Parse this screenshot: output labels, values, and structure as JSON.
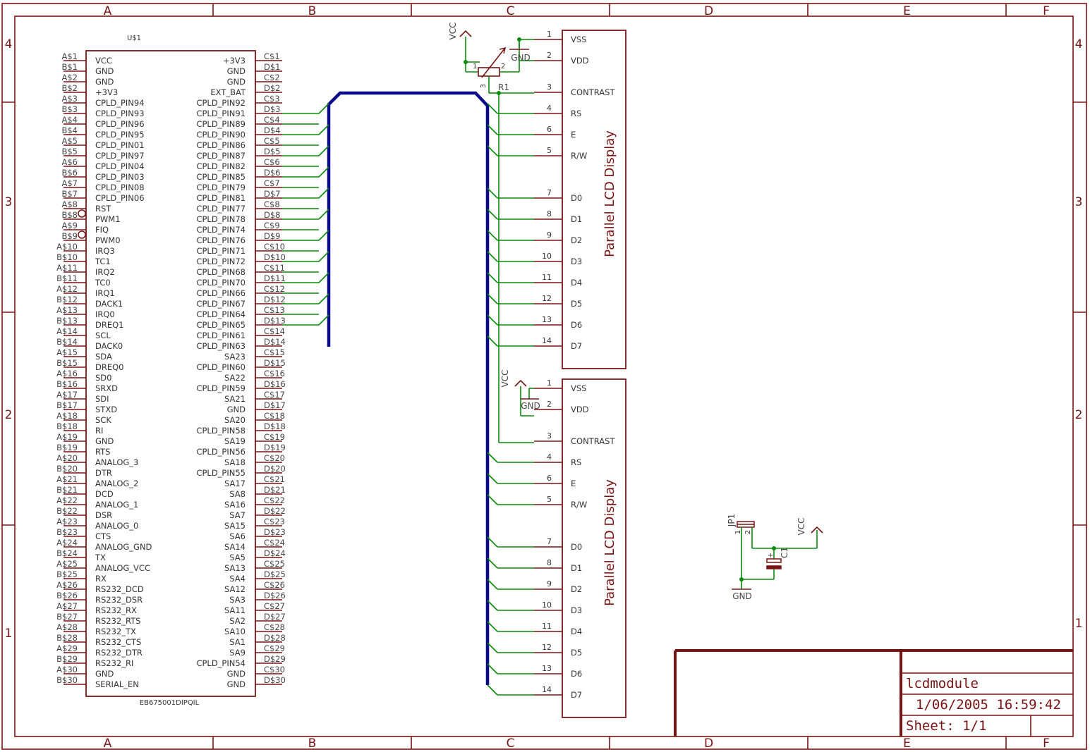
{
  "frame": {
    "columns": [
      "A",
      "B",
      "C",
      "D",
      "E",
      "F"
    ],
    "rows": [
      "4",
      "3",
      "2",
      "1"
    ]
  },
  "u1": {
    "name": "U$1",
    "value": "EB675001DIPQIL",
    "left": [
      {
        "pad": "A$1",
        "name": "VCC"
      },
      {
        "pad": "B$1",
        "name": "GND"
      },
      {
        "pad": "A$2",
        "name": "GND"
      },
      {
        "pad": "B$2",
        "name": "+3V3"
      },
      {
        "pad": "A$3",
        "name": "CPLD_PIN94"
      },
      {
        "pad": "B$3",
        "name": "CPLD_PIN93"
      },
      {
        "pad": "A$4",
        "name": "CPLD_PIN96"
      },
      {
        "pad": "B$4",
        "name": "CPLD_PIN95"
      },
      {
        "pad": "A$5",
        "name": "CPLD_PIN01"
      },
      {
        "pad": "B$5",
        "name": "CPLD_PIN97"
      },
      {
        "pad": "A$6",
        "name": "CPLD_PIN04"
      },
      {
        "pad": "B$6",
        "name": "CPLD_PIN03"
      },
      {
        "pad": "A$7",
        "name": "CPLD_PIN08"
      },
      {
        "pad": "B$7",
        "name": "CPLD_PIN06"
      },
      {
        "pad": "A$8",
        "name": "RST"
      },
      {
        "pad": "B$8",
        "name": "PWM1"
      },
      {
        "pad": "A$9",
        "name": "FIQ"
      },
      {
        "pad": "B$9",
        "name": "PWM0"
      },
      {
        "pad": "A$10",
        "name": "IRQ3"
      },
      {
        "pad": "B$10",
        "name": "TC1"
      },
      {
        "pad": "A$11",
        "name": "IRQ2"
      },
      {
        "pad": "B$11",
        "name": "TC0"
      },
      {
        "pad": "A$12",
        "name": "IRQ1"
      },
      {
        "pad": "B$12",
        "name": "DACK1"
      },
      {
        "pad": "A$13",
        "name": "IRQ0"
      },
      {
        "pad": "B$13",
        "name": "DREQ1"
      },
      {
        "pad": "A$14",
        "name": "SCL"
      },
      {
        "pad": "B$14",
        "name": "DACK0"
      },
      {
        "pad": "A$15",
        "name": "SDA"
      },
      {
        "pad": "B$15",
        "name": "DREQ0"
      },
      {
        "pad": "A$16",
        "name": "SD0"
      },
      {
        "pad": "B$16",
        "name": "SRXD"
      },
      {
        "pad": "A$17",
        "name": "SDI"
      },
      {
        "pad": "B$17",
        "name": "STXD"
      },
      {
        "pad": "A$18",
        "name": "SCK"
      },
      {
        "pad": "B$18",
        "name": "RI"
      },
      {
        "pad": "A$19",
        "name": "GND"
      },
      {
        "pad": "B$19",
        "name": "RTS"
      },
      {
        "pad": "A$20",
        "name": "ANALOG_3"
      },
      {
        "pad": "B$20",
        "name": "DTR"
      },
      {
        "pad": "A$21",
        "name": "ANALOG_2"
      },
      {
        "pad": "B$21",
        "name": "DCD"
      },
      {
        "pad": "A$22",
        "name": "ANALOG_1"
      },
      {
        "pad": "B$22",
        "name": "DSR"
      },
      {
        "pad": "A$23",
        "name": "ANALOG_0"
      },
      {
        "pad": "B$23",
        "name": "CTS"
      },
      {
        "pad": "A$24",
        "name": "ANALOG_GND"
      },
      {
        "pad": "B$24",
        "name": "TX"
      },
      {
        "pad": "A$25",
        "name": "ANALOG_VCC"
      },
      {
        "pad": "B$25",
        "name": "RX"
      },
      {
        "pad": "A$26",
        "name": "RS232_DCD"
      },
      {
        "pad": "B$26",
        "name": "RS232_DSR"
      },
      {
        "pad": "A$27",
        "name": "RS232_RX"
      },
      {
        "pad": "B$27",
        "name": "RS232_RTS"
      },
      {
        "pad": "A$28",
        "name": "RS232_TX"
      },
      {
        "pad": "B$28",
        "name": "RS232_CTS"
      },
      {
        "pad": "A$29",
        "name": "RS232_DTR"
      },
      {
        "pad": "B$29",
        "name": "RS232_RI"
      },
      {
        "pad": "A$30",
        "name": "GND"
      },
      {
        "pad": "B$30",
        "name": "SERIAL_EN"
      }
    ],
    "right": [
      {
        "pad": "C$1",
        "name": "+3V3"
      },
      {
        "pad": "D$1",
        "name": "GND"
      },
      {
        "pad": "C$2",
        "name": "GND"
      },
      {
        "pad": "D$2",
        "name": "EXT_BAT"
      },
      {
        "pad": "C$3",
        "name": "CPLD_PIN92"
      },
      {
        "pad": "D$3",
        "name": "CPLD_PIN91"
      },
      {
        "pad": "C$4",
        "name": "CPLD_PIN89"
      },
      {
        "pad": "D$4",
        "name": "CPLD_PIN90"
      },
      {
        "pad": "C$5",
        "name": "CPLD_PIN86"
      },
      {
        "pad": "D$5",
        "name": "CPLD_PIN87"
      },
      {
        "pad": "C$6",
        "name": "CPLD_PIN82"
      },
      {
        "pad": "D$6",
        "name": "CPLD_PIN85"
      },
      {
        "pad": "C$7",
        "name": "CPLD_PIN79"
      },
      {
        "pad": "D$7",
        "name": "CPLD_PIN81"
      },
      {
        "pad": "C$8",
        "name": "CPLD_PIN77"
      },
      {
        "pad": "D$8",
        "name": "CPLD_PIN78"
      },
      {
        "pad": "C$9",
        "name": "CPLD_PIN74"
      },
      {
        "pad": "D$9",
        "name": "CPLD_PIN76"
      },
      {
        "pad": "C$10",
        "name": "CPLD_PIN71"
      },
      {
        "pad": "D$10",
        "name": "CPLD_PIN72"
      },
      {
        "pad": "C$11",
        "name": "CPLD_PIN68"
      },
      {
        "pad": "D$11",
        "name": "CPLD_PIN70"
      },
      {
        "pad": "C$12",
        "name": "CPLD_PIN66"
      },
      {
        "pad": "D$12",
        "name": "CPLD_PIN67"
      },
      {
        "pad": "C$13",
        "name": "CPLD_PIN64"
      },
      {
        "pad": "D$13",
        "name": "CPLD_PIN65"
      },
      {
        "pad": "C$14",
        "name": "CPLD_PIN61"
      },
      {
        "pad": "D$14",
        "name": "CPLD_PIN63"
      },
      {
        "pad": "C$15",
        "name": "SA23"
      },
      {
        "pad": "D$15",
        "name": "CPLD_PIN60"
      },
      {
        "pad": "C$16",
        "name": "SA22"
      },
      {
        "pad": "D$16",
        "name": "CPLD_PIN59"
      },
      {
        "pad": "C$17",
        "name": "SA21"
      },
      {
        "pad": "D$17",
        "name": "GND"
      },
      {
        "pad": "C$18",
        "name": "SA20"
      },
      {
        "pad": "D$18",
        "name": "CPLD_PIN58"
      },
      {
        "pad": "C$19",
        "name": "SA19"
      },
      {
        "pad": "D$19",
        "name": "CPLD_PIN56"
      },
      {
        "pad": "C$20",
        "name": "SA18"
      },
      {
        "pad": "D$20",
        "name": "CPLD_PIN55"
      },
      {
        "pad": "C$21",
        "name": "SA17"
      },
      {
        "pad": "D$21",
        "name": "SA8"
      },
      {
        "pad": "C$22",
        "name": "SA16"
      },
      {
        "pad": "D$22",
        "name": "SA7"
      },
      {
        "pad": "C$23",
        "name": "SA15"
      },
      {
        "pad": "D$23",
        "name": "SA6"
      },
      {
        "pad": "C$24",
        "name": "SA14"
      },
      {
        "pad": "D$24",
        "name": "SA5"
      },
      {
        "pad": "C$25",
        "name": "SA13"
      },
      {
        "pad": "D$25",
        "name": "SA4"
      },
      {
        "pad": "C$26",
        "name": "SA12"
      },
      {
        "pad": "D$26",
        "name": "SA3"
      },
      {
        "pad": "C$27",
        "name": "SA11"
      },
      {
        "pad": "D$27",
        "name": "SA2"
      },
      {
        "pad": "C$28",
        "name": "SA10"
      },
      {
        "pad": "D$28",
        "name": "SA1"
      },
      {
        "pad": "C$29",
        "name": "SA9"
      },
      {
        "pad": "D$29",
        "name": "CPLD_PIN54"
      },
      {
        "pad": "C$30",
        "name": "GND"
      },
      {
        "pad": "D$30",
        "name": "GND"
      }
    ]
  },
  "lcd": {
    "label": "Parallel LCD Display",
    "pins": [
      {
        "num": "1",
        "name": "VSS"
      },
      {
        "num": "2",
        "name": "VDD"
      },
      {
        "num": "3",
        "name": "CONTRAST"
      },
      {
        "num": "4",
        "name": "RS"
      },
      {
        "num": "6",
        "name": "E"
      },
      {
        "num": "5",
        "name": "R/W"
      },
      {
        "num": "7",
        "name": "D0"
      },
      {
        "num": "8",
        "name": "D1"
      },
      {
        "num": "9",
        "name": "D2"
      },
      {
        "num": "10",
        "name": "D3"
      },
      {
        "num": "11",
        "name": "D4"
      },
      {
        "num": "12",
        "name": "D5"
      },
      {
        "num": "13",
        "name": "D6"
      },
      {
        "num": "14",
        "name": "D7"
      }
    ]
  },
  "symbols": {
    "vcc": "VCC",
    "gnd": "GND",
    "r1": "R1",
    "r1_pins": [
      "1",
      "2",
      "3"
    ],
    "jp1": "JP1",
    "jp1_pins": [
      "1",
      "2"
    ],
    "c1": "C1",
    "c1_plus": "+"
  },
  "title_block": {
    "name": "lcdmodule",
    "date": "1/06/2005 16:59:42",
    "sheet": "Sheet: 1/1"
  }
}
